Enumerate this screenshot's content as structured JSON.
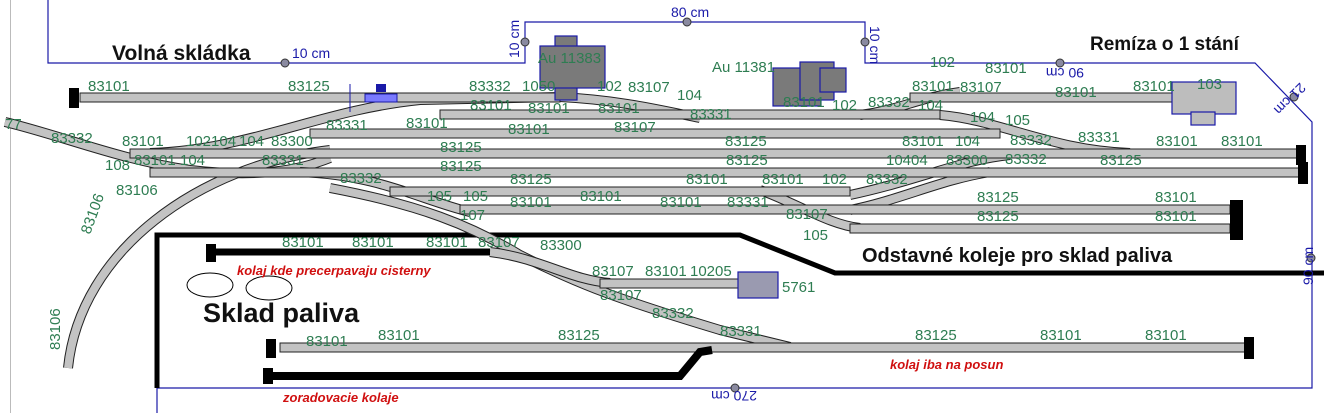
{
  "titles": {
    "volna_skladka": "Volná skládka",
    "remiza": "Remíza o 1 stání",
    "sklad_paliva": "Sklad paliva",
    "odstavne_koleje": "Odstavné koleje pro sklad paliva"
  },
  "notes": {
    "cisterny": "kolaj kde precerpavaju cisterny",
    "posun": "kolaj iba na posun",
    "zoradovacie": "zoradovacie kolaje"
  },
  "dimensions": {
    "d1": "10 cm",
    "d2": "80 cm",
    "d3": "10 cm",
    "d4": "10 cm",
    "d5": "90 cm",
    "d6": "21 cm",
    "d7": "90 cm",
    "d8": "270 cm"
  },
  "buildings": {
    "b1": "Au 11383",
    "b2": "Au 11381",
    "b3": "5761"
  },
  "track_labels": [
    "83101",
    "83125",
    "83332",
    "1050",
    "102",
    "83107",
    "104",
    "83331",
    "83101",
    "102",
    "83332",
    "104",
    "83107",
    "83101",
    "83101",
    "83101",
    "103",
    "83331",
    "83101",
    "83101",
    "83101",
    "83101",
    "102",
    "83101",
    "83101",
    "83107",
    "105",
    "83332",
    "77",
    "83332",
    "83101",
    "102104",
    "104",
    "83300",
    "83125",
    "83125",
    "83101",
    "104",
    "104",
    "83332",
    "83331",
    "83101",
    "83101",
    "108",
    "83101",
    "104",
    "83331",
    "83125",
    "83125",
    "10404",
    "83300",
    "83125",
    "83106",
    "83332",
    "83125",
    "83101",
    "83101",
    "102",
    "83332",
    "105",
    "105",
    "83101",
    "83101",
    "83101",
    "83331",
    "83125",
    "83101",
    "107",
    "83107",
    "105",
    "83125",
    "83101",
    "83101",
    "83101",
    "83101",
    "83107",
    "83300",
    "83107",
    "83101",
    "10205",
    "83107",
    "83332",
    "83101",
    "83101",
    "83125",
    "83331",
    "83125",
    "83101",
    "83101",
    "83106",
    "83106"
  ]
}
